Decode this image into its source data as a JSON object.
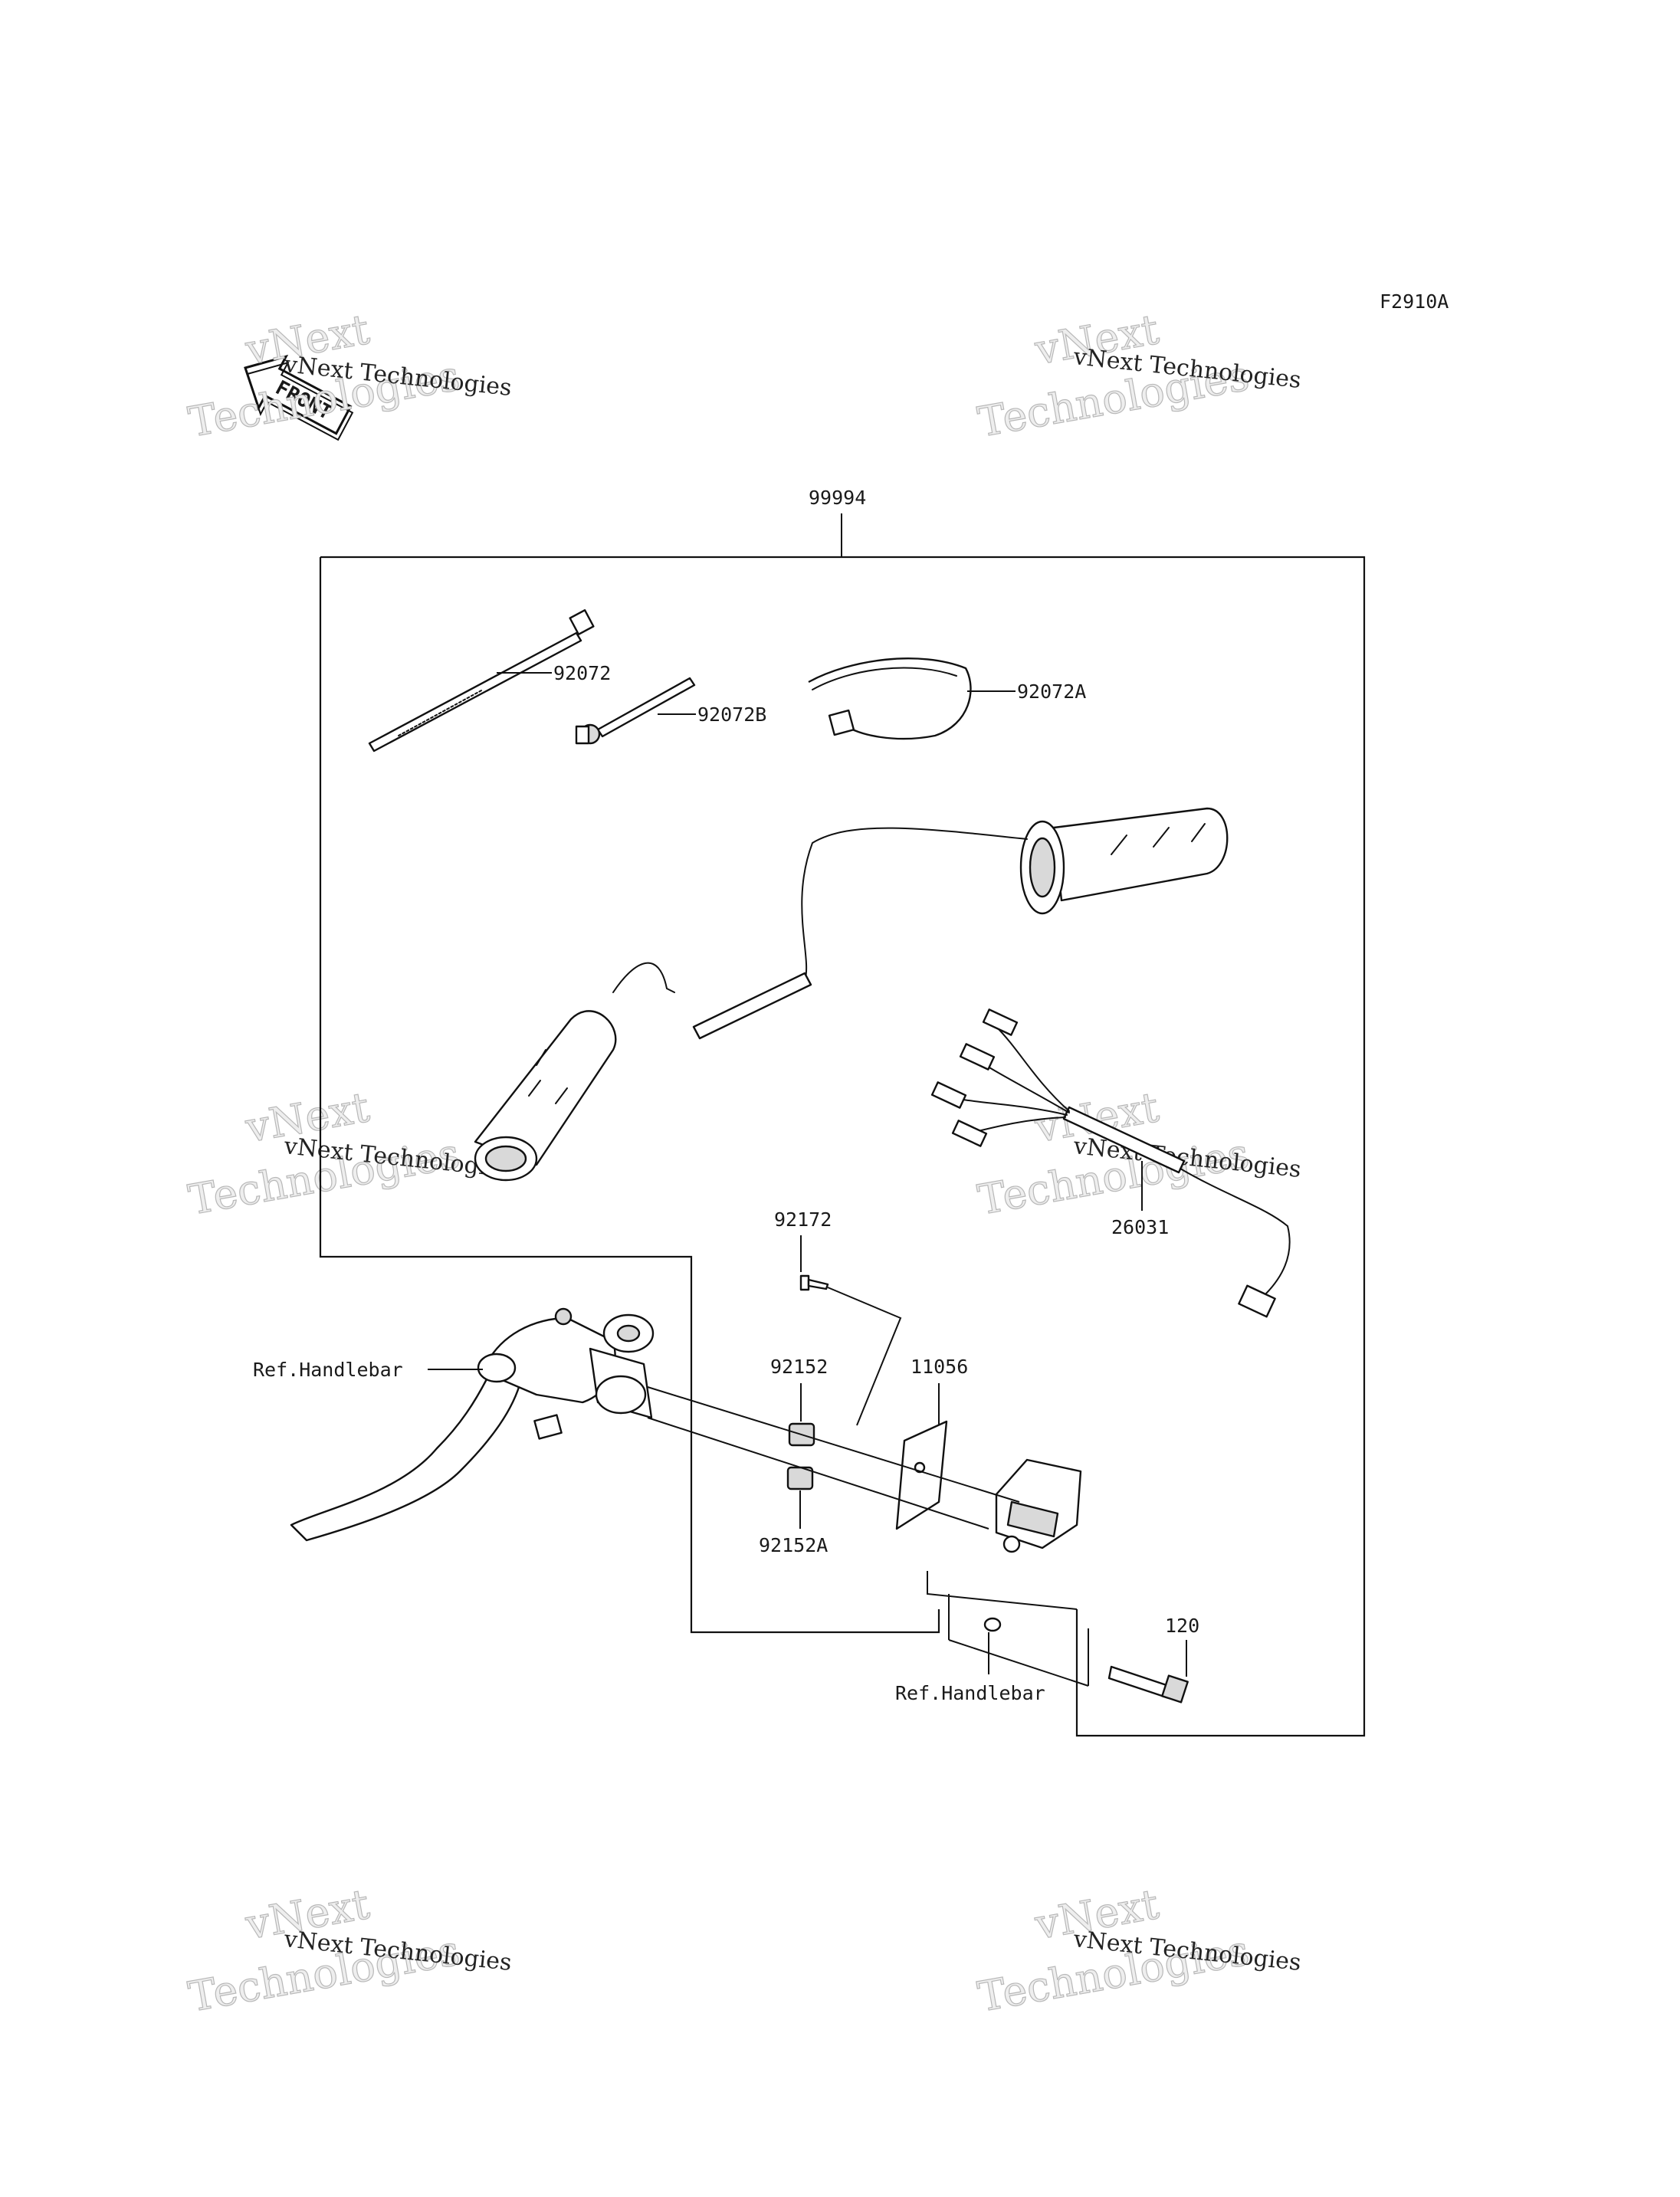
{
  "diagram_code": "F2910A",
  "front_arrow": {
    "text": "FRONT",
    "icon": "front-arrow-icon"
  },
  "watermark": {
    "line1": "vNext Technologies",
    "line2": "vNext",
    "line3": "Technologies"
  },
  "assembly_label": "99994",
  "parts": {
    "p92072": "92072",
    "p92072B": "92072B",
    "p92072A": "92072A",
    "p26031": "26031",
    "p92172": "92172",
    "p92152": "92152",
    "p11056": "11056",
    "p92152A": "92152A",
    "p120": "120"
  },
  "references": {
    "handlebar_left": "Ref.Handlebar",
    "handlebar_bottom": "Ref.Handlebar"
  },
  "colors": {
    "line": "#111111",
    "watermark_outline": "#b8b8b8",
    "background": "#ffffff"
  }
}
